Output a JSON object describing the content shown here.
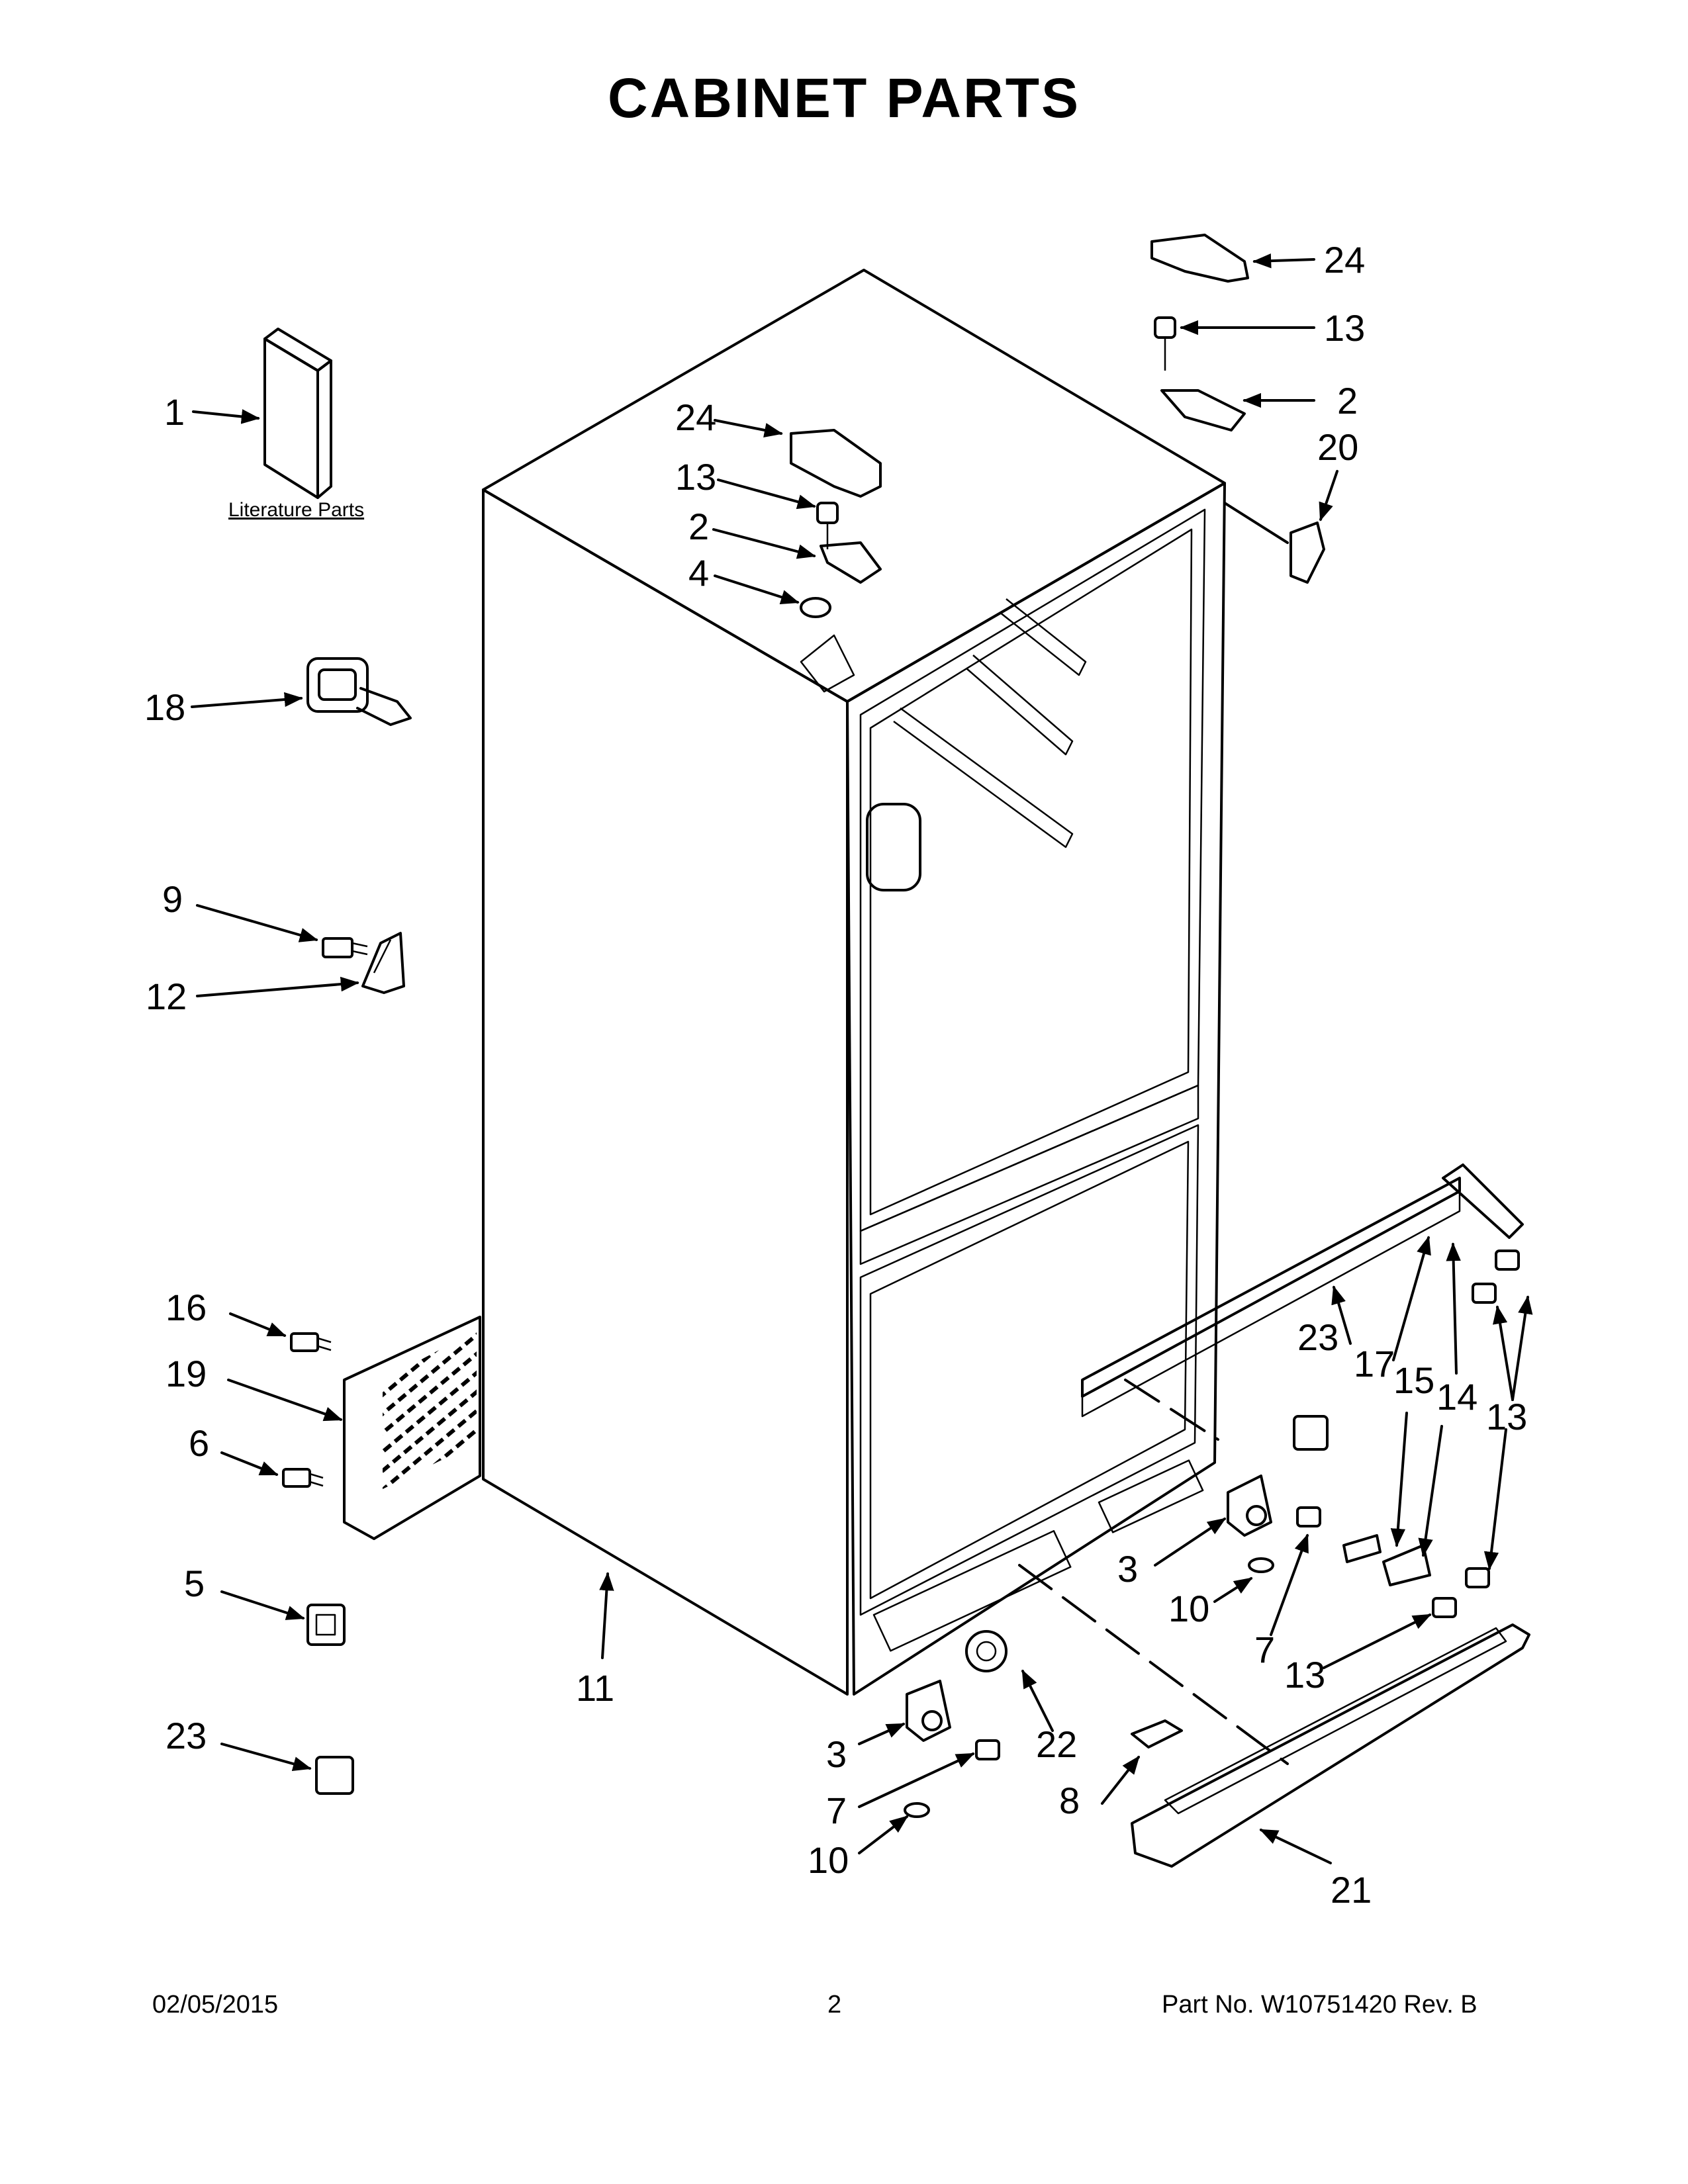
{
  "title": "CABINET PARTS",
  "literature_label": "Literature Parts",
  "callouts": {
    "c1": "1",
    "c2a": "2",
    "c2b": "2",
    "c3a": "3",
    "c3b": "3",
    "c4": "4",
    "c5": "5",
    "c6": "6",
    "c7a": "7",
    "c7b": "7",
    "c8": "8",
    "c9": "9",
    "c10a": "10",
    "c10b": "10",
    "c11": "11",
    "c12": "12",
    "c13a": "13",
    "c13b": "13",
    "c13c": "13",
    "c13d": "13",
    "c14": "14",
    "c15": "15",
    "c16": "16",
    "c17": "17",
    "c18": "18",
    "c19": "19",
    "c20": "20",
    "c21": "21",
    "c22": "22",
    "c23a": "23",
    "c23b": "23",
    "c24a": "24",
    "c24b": "24"
  },
  "footer": {
    "date": "02/05/2015",
    "page": "2",
    "part": "Part No.  W10751420  Rev.  B"
  }
}
